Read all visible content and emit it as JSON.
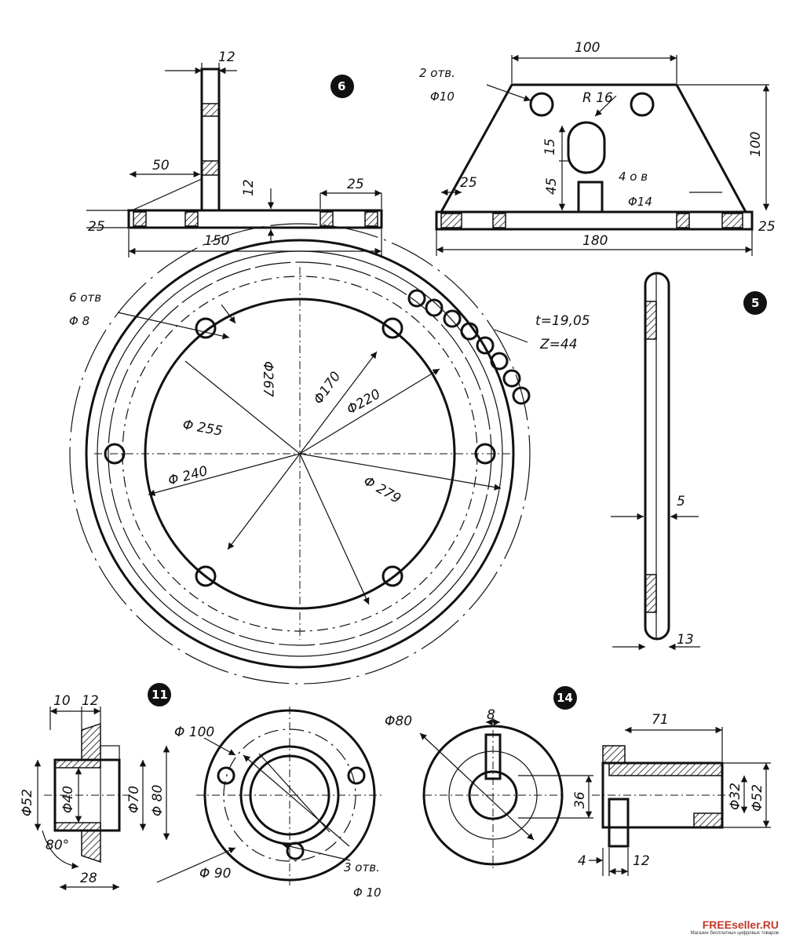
{
  "colors": {
    "ink": "#111111",
    "paper": "#ffffff",
    "brand": "#c0392b"
  },
  "badges": {
    "fig6": "6",
    "fig5": "5",
    "fig11": "11",
    "fig14": "14"
  },
  "fig6_left": {
    "d12": "12",
    "d50": "50",
    "d12b": "12",
    "d25": "25",
    "d25l": "25",
    "d150": "150"
  },
  "fig6_right": {
    "d100": "100",
    "holes_a": "2 отв.",
    "holes_b": "Φ10",
    "r16": "R 16",
    "d15": "15",
    "d45": "45",
    "d100v": "100",
    "slot_a": "4 о в",
    "slot_b": "Φ14",
    "d25": "25",
    "d180": "180",
    "d25r": "25"
  },
  "fig5": {
    "holes_a": "6 отв",
    "holes_b": "Φ 8",
    "pitch": "t=19,05",
    "teeth": "Z=44",
    "d267": "Φ267",
    "d170": "Φ170",
    "d220": "Φ220",
    "d255": "Φ 255",
    "d240": "Φ 240",
    "d279": "Φ 279",
    "side5": "5",
    "side13": "13"
  },
  "fig11": {
    "d10": "10",
    "d12": "12",
    "d52": "Φ52",
    "d40": "Φ40",
    "d70": "Φ70",
    "d80": "Φ 80",
    "a80": "80°",
    "d28": "28"
  },
  "flange": {
    "d100": "Φ 100",
    "d90": "Φ 90",
    "holes_a": "3 отв.",
    "holes_b": "Φ 10"
  },
  "fig14": {
    "d80": "Φ80",
    "d8": "8",
    "d36": "36",
    "d71": "71",
    "d32": "Φ32",
    "d52": "Φ52",
    "d4": "4",
    "d12": "12"
  },
  "watermark": {
    "brand": "FREEseller.RU",
    "tagline": "Магазин бесплатных цифровых товаров"
  }
}
